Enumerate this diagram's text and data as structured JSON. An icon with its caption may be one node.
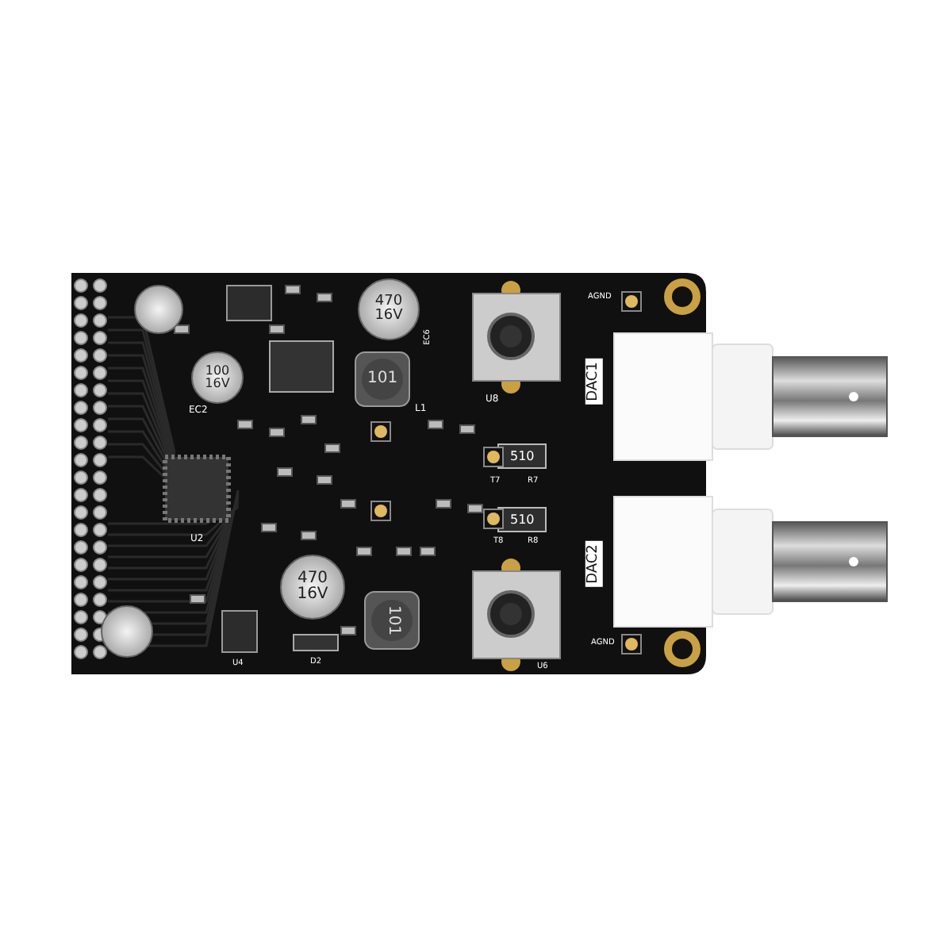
{
  "diagram": {
    "labels": [
      "AGND",
      "470 16V",
      "EC6",
      "101",
      "L1",
      "DAC1",
      "100 16V",
      "EC2",
      "U8",
      "510",
      "T7",
      "R7",
      "U2",
      "510",
      "T8",
      "R8",
      "DAC2",
      "470 16V",
      "101",
      "U6",
      "D2",
      "U4",
      "AGND"
    ]
  }
}
